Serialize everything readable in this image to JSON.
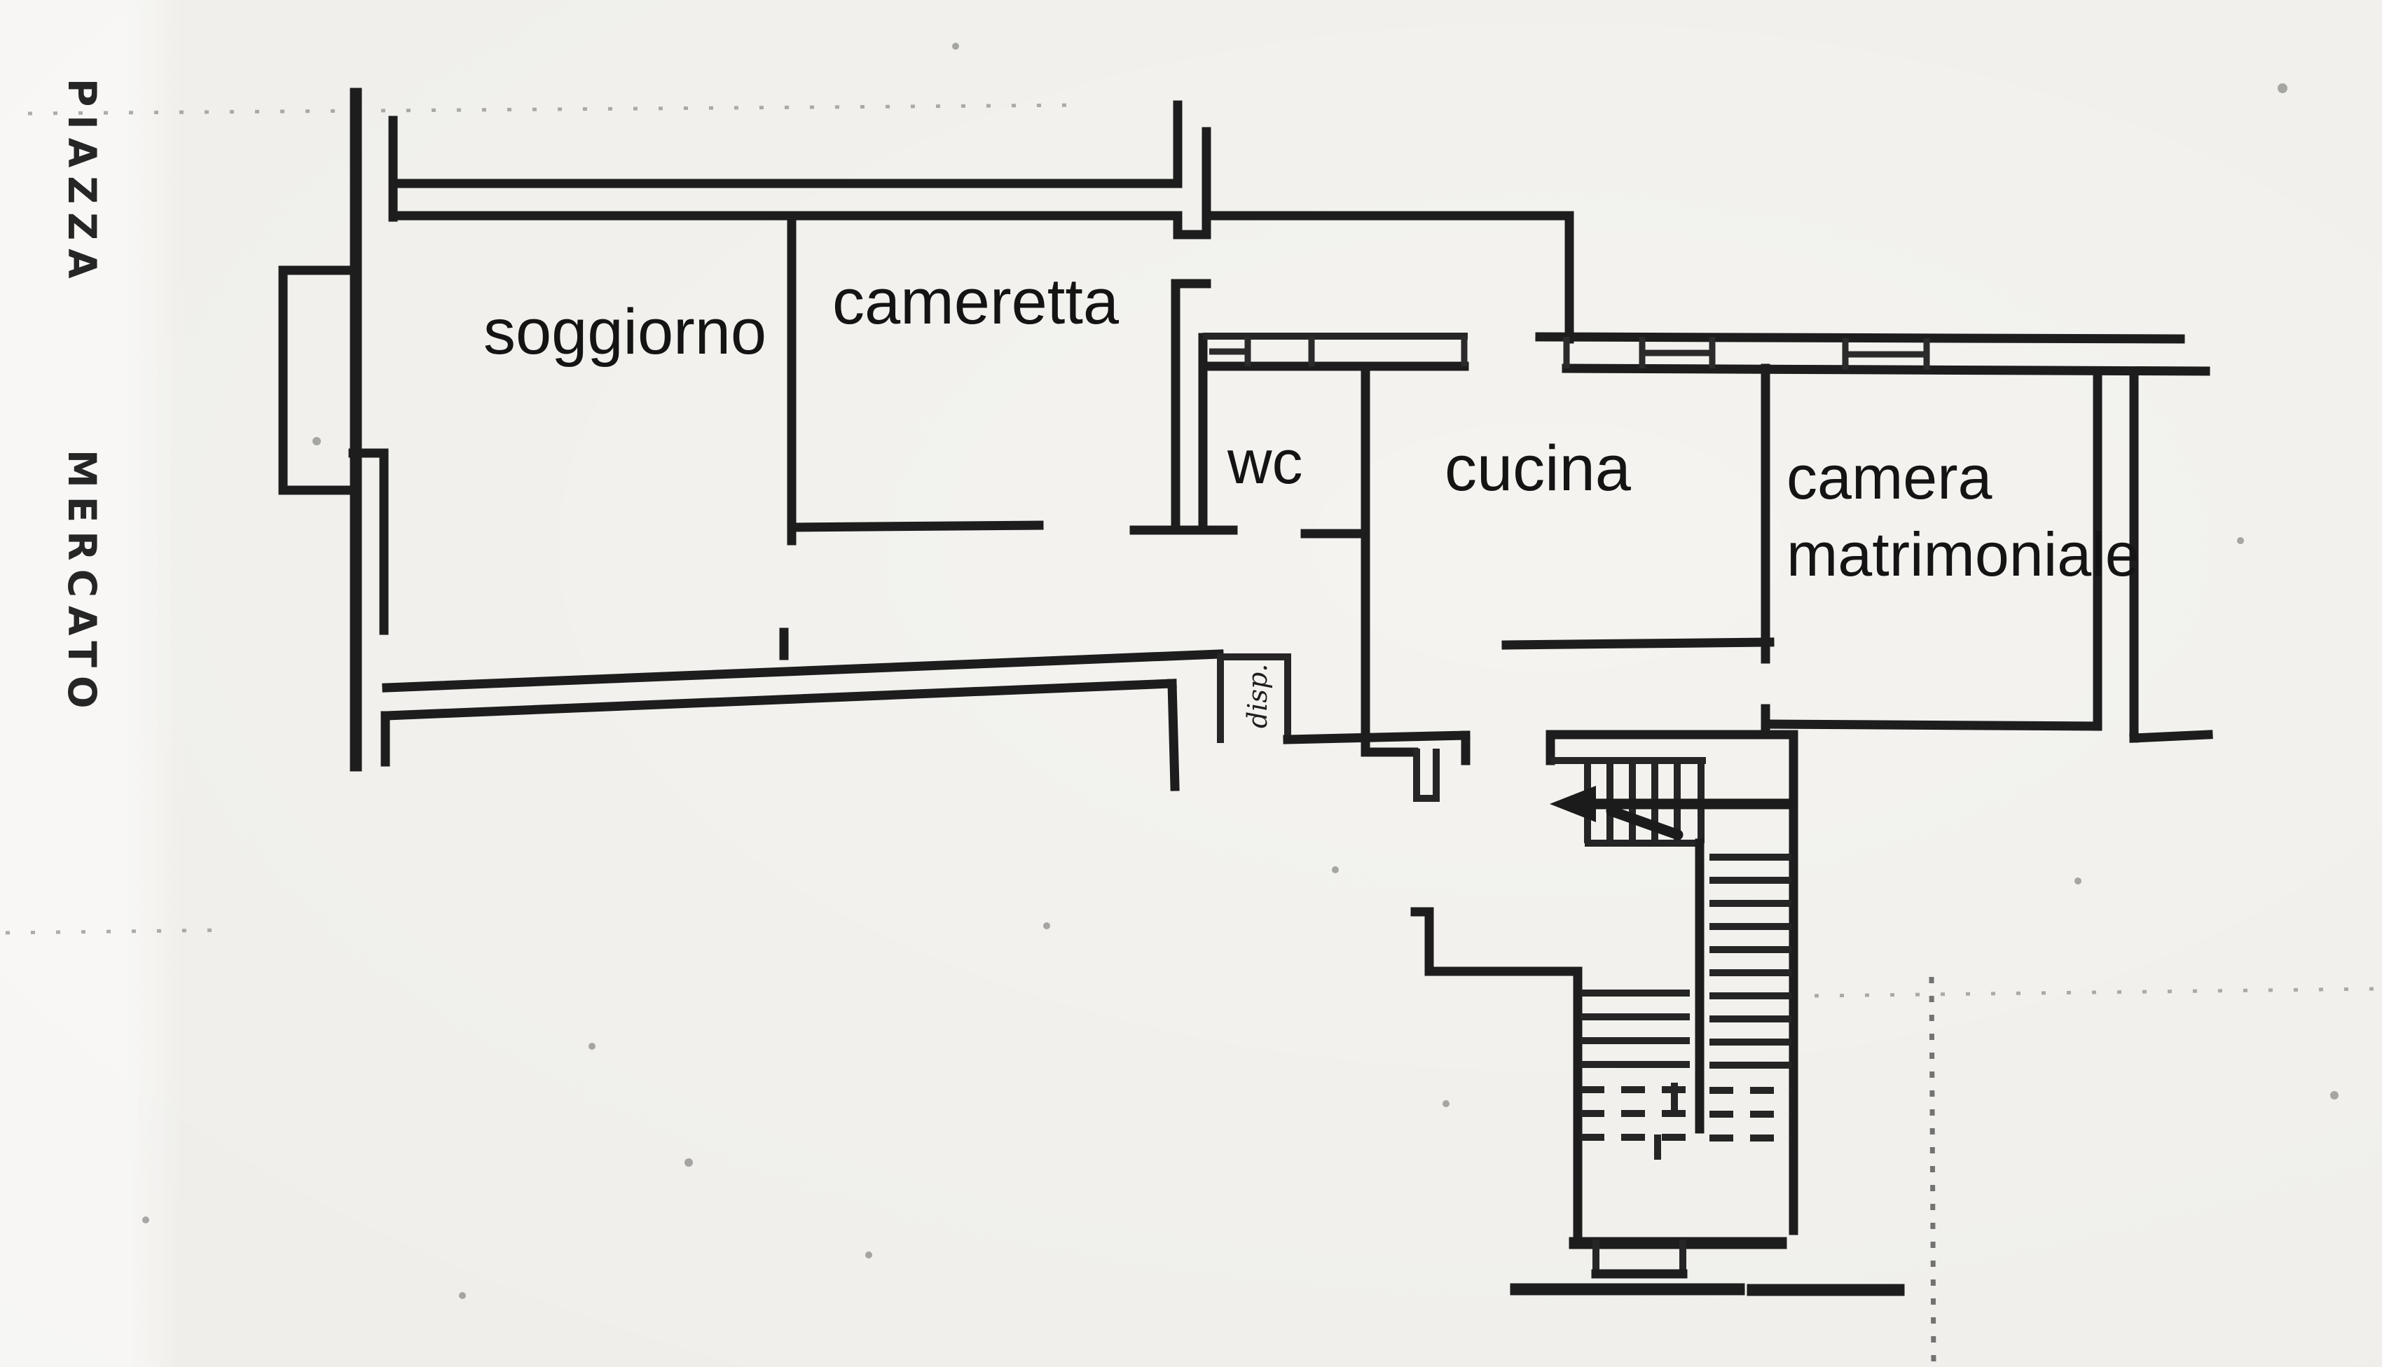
{
  "document": {
    "kind": "scanned floor plan",
    "paper_color": "#f8f7f3",
    "ink_color": "#1d1d1d"
  },
  "street_label": {
    "line1": "PIAZZA",
    "line2": "MERCATO"
  },
  "rooms": {
    "soggiorno": {
      "label": "soggiorno"
    },
    "cameretta": {
      "label": "cameretta"
    },
    "wc": {
      "label": "wc"
    },
    "cucina": {
      "label": "cucina"
    },
    "camera_matrimoniale": {
      "label_line1": "camera",
      "label_line2": "matrimoniale"
    },
    "dispensa": {
      "label": "disp."
    }
  },
  "icons": {
    "stair_arrow": "stair-direction-arrow-left"
  }
}
